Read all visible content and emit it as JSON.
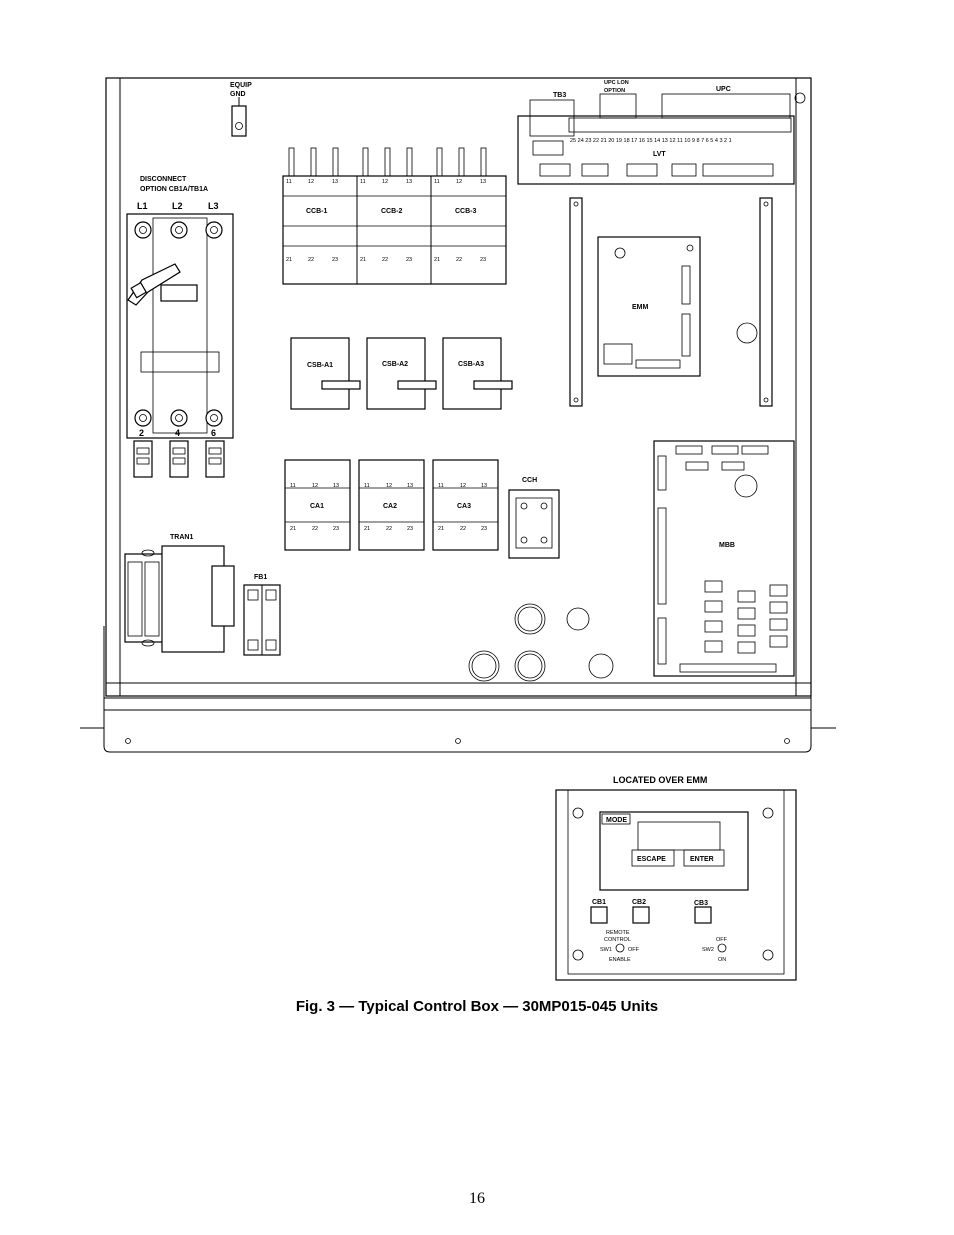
{
  "labels": {
    "equip_gnd": "EQUIP",
    "equip_gnd_2": "GND",
    "disconnect_line1": "DISCONNECT",
    "disconnect_line2": "OPTION  CB1A/TB1A",
    "l1": "L1",
    "l2": "L2",
    "l3": "L3",
    "t2": "2",
    "t4": "4",
    "t6": "6",
    "tb3": "TB3",
    "upc_lon_1": "UPC  LON",
    "upc_lon_2": "OPTION",
    "upc": "UPC",
    "lvt": "LVT",
    "ccb": [
      "CCB-1",
      "CCB-2",
      "CCB-3"
    ],
    "csb": [
      "CSB-A1",
      "CSB-A2",
      "CSB-A3"
    ],
    "ca": [
      "CA1",
      "CA2",
      "CA3"
    ],
    "cch": "CCH",
    "emm": "EMM",
    "mbb": "MBB",
    "tran1": "TRAN1",
    "fb1": "FB1",
    "upper_terminals": [
      "11",
      "12",
      "13"
    ],
    "lower_terminals": [
      "21",
      "22",
      "23"
    ],
    "lvt_numbers": "25 24 23 22 21 20 19 18 17 16 15 14 13 12 11 10  9  8  7  6  5  4  3  2  1"
  },
  "interface": {
    "located_over": "LOCATED  OVER  EMM",
    "mode": "MODE",
    "escape": "ESCAPE",
    "enter": "ENTER",
    "cb1": "CB1",
    "cb2": "CB2",
    "cb3": "CB3",
    "remote_control_1": "REMOTE",
    "remote_control_2": "CONTROL",
    "sw1": "SW1",
    "sw1_off": "OFF",
    "enable": "ENABLE",
    "sw2_off": "OFF",
    "sw2": "SW2",
    "on": "ON"
  },
  "caption": "Fig. 3 — Typical Control Box — 30MP015-045 Units",
  "page_number": "16"
}
